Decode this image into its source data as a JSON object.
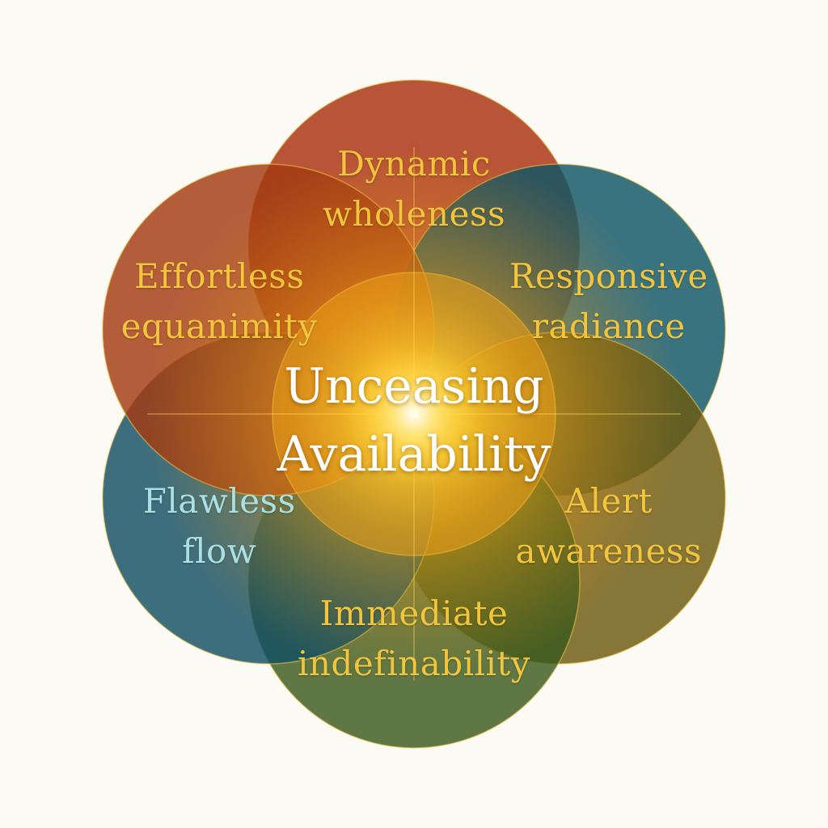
{
  "diagram": {
    "center": {
      "line1": "Unceasing",
      "line2": "Availability"
    },
    "petals": [
      {
        "id": "dynamic-wholeness",
        "line1": "Dynamic",
        "line2": "wholeness",
        "color": "#a8300e",
        "text_color": "#f3c53c"
      },
      {
        "id": "responsive-radiance",
        "line1": "Responsive",
        "line2": "radiance",
        "color": "#0f5566",
        "text_color": "#f3c53c"
      },
      {
        "id": "alert-awareness",
        "line1": "Alert",
        "line2": "awareness",
        "color": "#6b5a10",
        "text_color": "#f3c53c"
      },
      {
        "id": "immediate-indefinability",
        "line1": "Immediate",
        "line2": "indefinability",
        "color": "#3b5a1e",
        "text_color": "#f3c53c"
      },
      {
        "id": "flawless-flow",
        "line1": "Flawless",
        "line2": "flow",
        "color": "#124f63",
        "text_color": "#a8e0e4"
      },
      {
        "id": "effortless-equanimity",
        "line1": "Effortless",
        "line2": "equanimity",
        "color": "#a23a12",
        "text_color": "#f3c53c"
      }
    ],
    "glow_color": "#ffc61a"
  }
}
